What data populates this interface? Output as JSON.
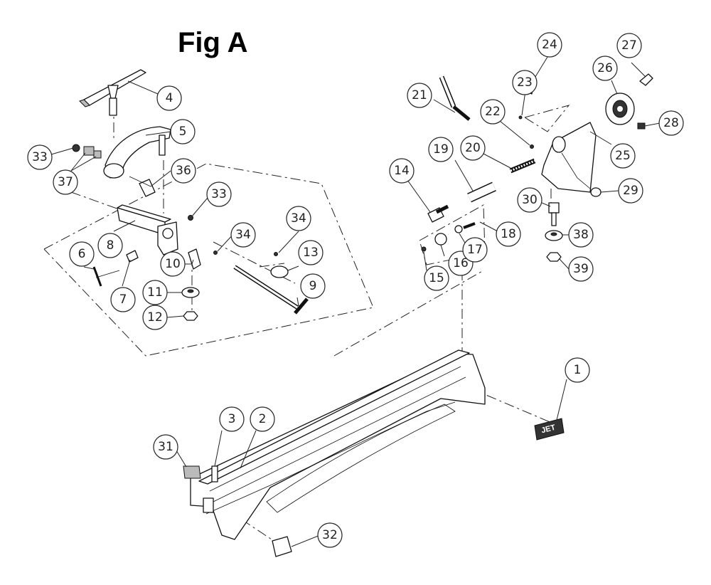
{
  "figure": {
    "title": "Fig A",
    "badge_text": "JET"
  },
  "callouts": [
    {
      "label": "1"
    },
    {
      "label": "2"
    },
    {
      "label": "3"
    },
    {
      "label": "4"
    },
    {
      "label": "5"
    },
    {
      "label": "6"
    },
    {
      "label": "7"
    },
    {
      "label": "8"
    },
    {
      "label": "9"
    },
    {
      "label": "10"
    },
    {
      "label": "11"
    },
    {
      "label": "12"
    },
    {
      "label": "13"
    },
    {
      "label": "14"
    },
    {
      "label": "15"
    },
    {
      "label": "16"
    },
    {
      "label": "17"
    },
    {
      "label": "18"
    },
    {
      "label": "19"
    },
    {
      "label": "20"
    },
    {
      "label": "21"
    },
    {
      "label": "22"
    },
    {
      "label": "23"
    },
    {
      "label": "24"
    },
    {
      "label": "25"
    },
    {
      "label": "26"
    },
    {
      "label": "27"
    },
    {
      "label": "28"
    },
    {
      "label": "29"
    },
    {
      "label": "30"
    },
    {
      "label": "31"
    },
    {
      "label": "32"
    },
    {
      "label": "33"
    },
    {
      "label": "33"
    },
    {
      "label": "34"
    },
    {
      "label": "34"
    },
    {
      "label": "36"
    },
    {
      "label": "37"
    },
    {
      "label": "38"
    },
    {
      "label": "39"
    }
  ]
}
